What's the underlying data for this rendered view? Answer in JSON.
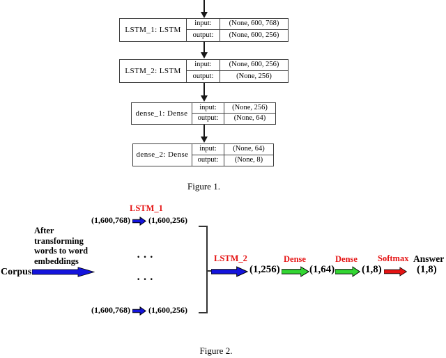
{
  "colors": {
    "blue_arrow": "#1414dd",
    "green_arrow": "#33d633",
    "red_arrow": "#e51414",
    "red_label": "#e51414"
  },
  "figure1": {
    "caption": "Figure 1.",
    "io_labels": {
      "input": "input:",
      "output": "output:"
    },
    "layers": [
      {
        "name": "LSTM_1: LSTM",
        "input": "(None, 600, 768)",
        "output": "(None, 600, 256)"
      },
      {
        "name": "LSTM_2: LSTM",
        "input": "(None, 600, 256)",
        "output": "(None, 256)"
      },
      {
        "name": "dense_1: Dense",
        "input": "(None, 256)",
        "output": "(None, 64)"
      },
      {
        "name": "dense_2: Dense",
        "input": "(None, 64)",
        "output": "(None, 8)"
      }
    ]
  },
  "figure2": {
    "caption": "Figure 2.",
    "corpus_label": "Corpus",
    "note_lines": [
      "After",
      "transforming",
      "words to word",
      "embeddings"
    ],
    "lstm1_label": "LSTM_1",
    "ellipsis": "···",
    "branch_rows": [
      {
        "from": "(1,600,768)",
        "to": "(1,600,256)"
      },
      {
        "from": "(1,600,768)",
        "to": "(1,600,256)"
      }
    ],
    "chain": {
      "lstm2_label": "LSTM_2",
      "lstm2_out": "(1,256)",
      "dense1_label": "Dense",
      "dense1_out": "(1,64)",
      "dense2_label": "Dense",
      "dense2_out": "(1,8)",
      "softmax_label": "Softmax",
      "answer_label": "Answer",
      "answer_out": "(1,8)"
    }
  }
}
